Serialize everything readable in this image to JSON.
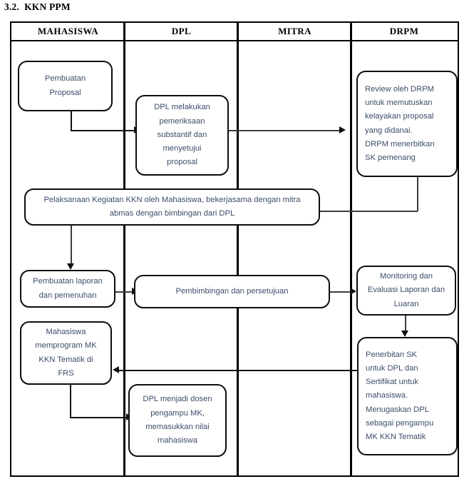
{
  "heading": {
    "number": "3.2.",
    "text": "KKN PPM"
  },
  "lanes": [
    {
      "label": "MAHASISWA"
    },
    {
      "label": "DPL"
    },
    {
      "label": "MITRA"
    },
    {
      "label": "DRPM"
    }
  ],
  "nodes": {
    "pembuatan_proposal": "Pembuatan\nProposal",
    "dpl_pemeriksaan": "DPL melakukan\npemeriksaan\nsubstantif dan\nmenyetujui\nproposal",
    "review_drpm": "Review oleh DRPM\nuntuk memutuskan\nkelayakan proposal\nyang didanai.\nDRPM menerbitkan\nSK pemenang",
    "pelaksanaan_kkn": "Pelaksanaan Kegiatan KKN oleh Mahasiswa, bekerjasama dengan mitra\nabmas dengan bimbingan dari DPL",
    "pembuatan_laporan": "Pembuatan laporan\ndan pemenuhan",
    "pembimbingan": "Pembimbingan dan persetujuan",
    "monitoring": "Monitoring dan\nEvaluasi Laporan dan\nLuaran",
    "mahasiswa_frs": "Mahasiswa\nmemprogram MK\nKKN Tematik di\nFRS",
    "dpl_dosen": "DPL menjadi dosen\npengampu MK,\nmemasukkan nilai\nmahasiswa",
    "penerbitan_sk": "Penerbitan SK\nuntuk DPL dan\nSertifikat untuk\nmahasiswa.\nMenugaskan DPL\nsebagai pengampu\nMK KKN Tematik"
  },
  "colors": {
    "text_body": "#3c4d69",
    "border": "#0d0d0d",
    "connector": "#3d3d3d",
    "heading": "#000000"
  }
}
